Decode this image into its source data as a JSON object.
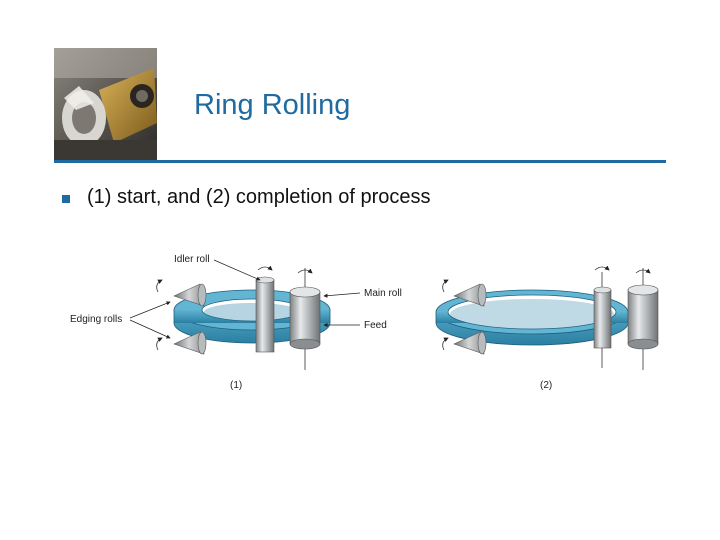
{
  "slide": {
    "title": "Ring Rolling",
    "bullet": "(1) start, and (2) completion of process"
  },
  "figure": {
    "labels": {
      "idler_roll": "Idler roll",
      "main_roll": "Main roll",
      "edging_rolls": "Edging rolls",
      "feed": "Feed"
    },
    "captions": [
      "(1)",
      "(2)"
    ]
  },
  "colors": {
    "accent": "#1f6aa0",
    "ring": "#3a9bc0",
    "roll": "#b9bcbe"
  }
}
